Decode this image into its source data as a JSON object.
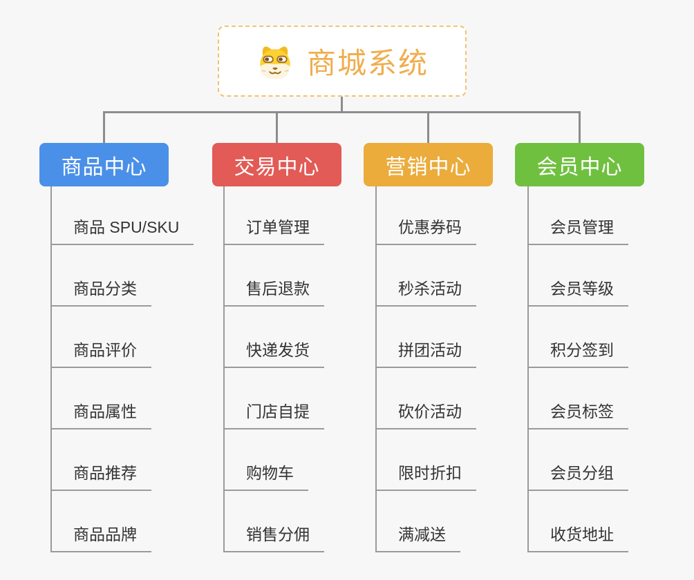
{
  "root": {
    "label": "商城系统",
    "icon": "dog-face-icon"
  },
  "colors": {
    "background": "#f7f7f7",
    "root_accent": "#f0ad4e",
    "root_border": "#f3c171",
    "connector": "#8c8c8c",
    "child_line": "#9a9a9a",
    "child_text": "#333333"
  },
  "branches": [
    {
      "label": "商品中心",
      "color": "#4a90e8",
      "children": [
        "商品 SPU/SKU",
        "商品分类",
        "商品评价",
        "商品属性",
        "商品推荐",
        "商品品牌"
      ]
    },
    {
      "label": "交易中心",
      "color": "#e25b56",
      "children": [
        "订单管理",
        "售后退款",
        "快递发货",
        "门店自提",
        "购物车",
        "销售分佣"
      ]
    },
    {
      "label": "营销中心",
      "color": "#ebac3c",
      "children": [
        "优惠券码",
        "秒杀活动",
        "拼团活动",
        "砍价活动",
        "限时折扣",
        "满减送"
      ]
    },
    {
      "label": "会员中心",
      "color": "#70c040",
      "children": [
        "会员管理",
        "会员等级",
        "积分签到",
        "会员标签",
        "会员分组",
        "收货地址"
      ]
    }
  ]
}
